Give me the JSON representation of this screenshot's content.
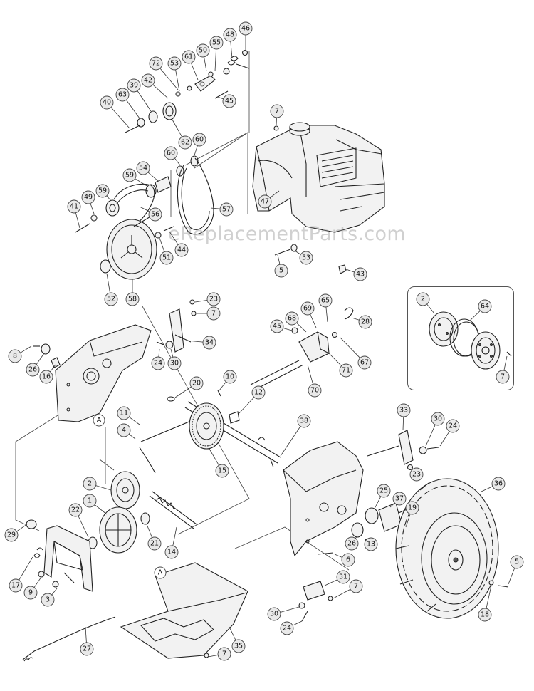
{
  "watermark": "eReplacementParts.com",
  "reference_letters": [
    "A",
    "A"
  ],
  "callouts": [
    {
      "id": "c46",
      "label": "46"
    },
    {
      "id": "c48",
      "label": "48"
    },
    {
      "id": "c55",
      "label": "55"
    },
    {
      "id": "c50",
      "label": "50"
    },
    {
      "id": "c61",
      "label": "61"
    },
    {
      "id": "c53a",
      "label": "53"
    },
    {
      "id": "c72",
      "label": "72"
    },
    {
      "id": "c42",
      "label": "42"
    },
    {
      "id": "c39",
      "label": "39"
    },
    {
      "id": "c63",
      "label": "63"
    },
    {
      "id": "c40",
      "label": "40"
    },
    {
      "id": "c45a",
      "label": "45"
    },
    {
      "id": "c62",
      "label": "62"
    },
    {
      "id": "c60a",
      "label": "60"
    },
    {
      "id": "c60b",
      "label": "60"
    },
    {
      "id": "c54",
      "label": "54"
    },
    {
      "id": "c59a",
      "label": "59"
    },
    {
      "id": "c59b",
      "label": "59"
    },
    {
      "id": "c49",
      "label": "49"
    },
    {
      "id": "c41",
      "label": "41"
    },
    {
      "id": "c56",
      "label": "56"
    },
    {
      "id": "c57",
      "label": "57"
    },
    {
      "id": "c44",
      "label": "44"
    },
    {
      "id": "c51",
      "label": "51"
    },
    {
      "id": "c52",
      "label": "52"
    },
    {
      "id": "c58",
      "label": "58"
    },
    {
      "id": "c7a",
      "label": "7"
    },
    {
      "id": "c47",
      "label": "47"
    },
    {
      "id": "c5a",
      "label": "5"
    },
    {
      "id": "c53b",
      "label": "53"
    },
    {
      "id": "c43",
      "label": "43"
    },
    {
      "id": "c2a",
      "label": "2"
    },
    {
      "id": "c64",
      "label": "64"
    },
    {
      "id": "c7b",
      "label": "7"
    },
    {
      "id": "c23a",
      "label": "23"
    },
    {
      "id": "c7c",
      "label": "7"
    },
    {
      "id": "c34",
      "label": "34"
    },
    {
      "id": "c24a",
      "label": "24"
    },
    {
      "id": "c30a",
      "label": "30"
    },
    {
      "id": "c65",
      "label": "65"
    },
    {
      "id": "c69",
      "label": "69"
    },
    {
      "id": "c68",
      "label": "68"
    },
    {
      "id": "c28",
      "label": "28"
    },
    {
      "id": "c45b",
      "label": "45"
    },
    {
      "id": "c67",
      "label": "67"
    },
    {
      "id": "c71",
      "label": "71"
    },
    {
      "id": "c70",
      "label": "70"
    },
    {
      "id": "c8",
      "label": "8"
    },
    {
      "id": "c26a",
      "label": "26"
    },
    {
      "id": "c16",
      "label": "16"
    },
    {
      "id": "c20",
      "label": "20"
    },
    {
      "id": "c10",
      "label": "10"
    },
    {
      "id": "c12",
      "label": "12"
    },
    {
      "id": "c11",
      "label": "11"
    },
    {
      "id": "c4",
      "label": "4"
    },
    {
      "id": "c38",
      "label": "38"
    },
    {
      "id": "c15",
      "label": "15"
    },
    {
      "id": "c33",
      "label": "33"
    },
    {
      "id": "c30b",
      "label": "30"
    },
    {
      "id": "c24b",
      "label": "24"
    },
    {
      "id": "c23b",
      "label": "23"
    },
    {
      "id": "c2b",
      "label": "2"
    },
    {
      "id": "c1",
      "label": "1"
    },
    {
      "id": "c22",
      "label": "22"
    },
    {
      "id": "c21",
      "label": "21"
    },
    {
      "id": "c14",
      "label": "14"
    },
    {
      "id": "c29",
      "label": "29"
    },
    {
      "id": "c25",
      "label": "25"
    },
    {
      "id": "c37",
      "label": "37"
    },
    {
      "id": "c19",
      "label": "19"
    },
    {
      "id": "c36",
      "label": "36"
    },
    {
      "id": "c26b",
      "label": "26"
    },
    {
      "id": "c13",
      "label": "13"
    },
    {
      "id": "c6",
      "label": "6"
    },
    {
      "id": "c5b",
      "label": "5"
    },
    {
      "id": "c17",
      "label": "17"
    },
    {
      "id": "c9",
      "label": "9"
    },
    {
      "id": "c3",
      "label": "3"
    },
    {
      "id": "c31",
      "label": "31"
    },
    {
      "id": "c7d",
      "label": "7"
    },
    {
      "id": "c30c",
      "label": "30"
    },
    {
      "id": "c24c",
      "label": "24"
    },
    {
      "id": "c18",
      "label": "18"
    },
    {
      "id": "c27",
      "label": "27"
    },
    {
      "id": "c7e",
      "label": "7"
    },
    {
      "id": "c35",
      "label": "35"
    }
  ]
}
